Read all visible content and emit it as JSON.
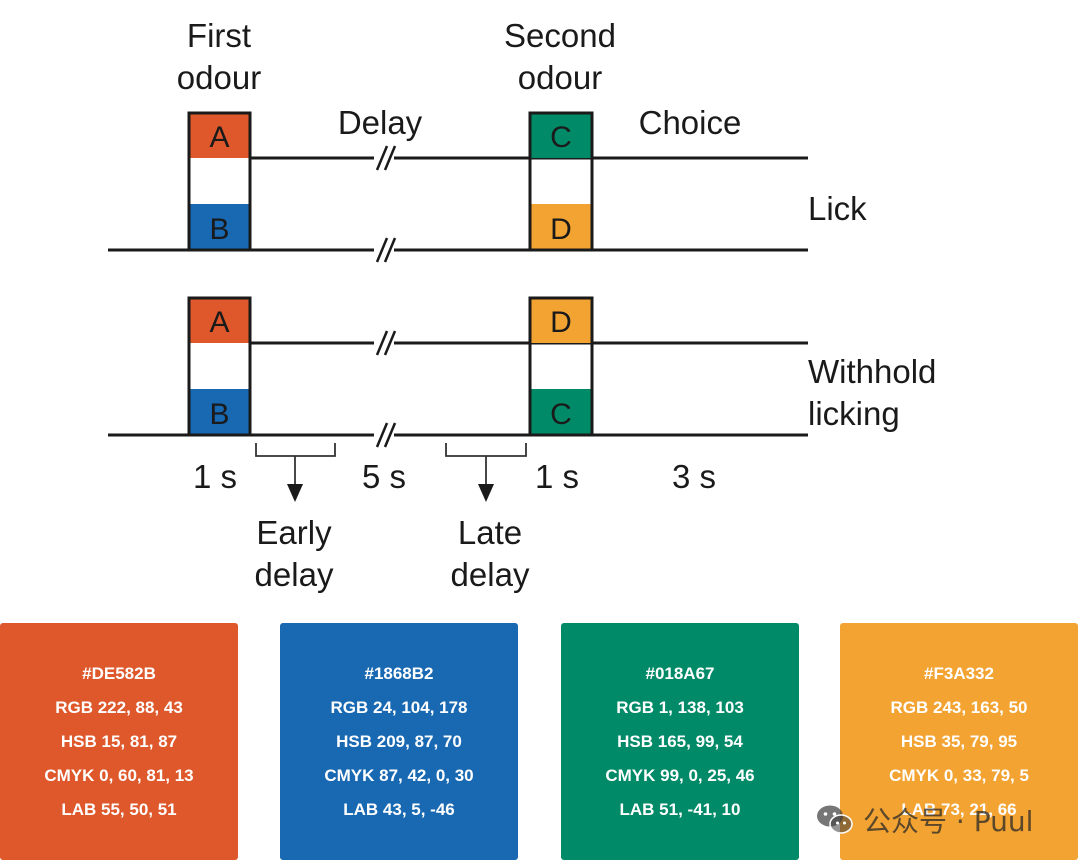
{
  "diagram": {
    "first_odour_line1": "First",
    "first_odour_line2": "odour",
    "second_odour_line1": "Second",
    "second_odour_line2": "odour",
    "delay": "Delay",
    "choice": "Choice",
    "lick": "Lick",
    "withhold_line1": "Withhold",
    "withhold_line2": "licking",
    "time_1s_a": "1 s",
    "time_5s": "5 s",
    "time_1s_b": "1 s",
    "time_3s": "3 s",
    "early_line1": "Early",
    "early_line2": "delay",
    "late_line1": "Late",
    "late_line2": "delay",
    "letters": {
      "top_first_upper": "A",
      "top_first_lower": "B",
      "top_second_upper": "C",
      "top_second_lower": "D",
      "bottom_first_upper": "A",
      "bottom_first_lower": "B",
      "bottom_second_upper": "D",
      "bottom_second_lower": "C"
    }
  },
  "colors": {
    "A": "#DE582B",
    "B": "#1868B2",
    "C": "#018A67",
    "D": "#F3A332"
  },
  "swatches": [
    {
      "color": "#DE582B",
      "hex": "#DE582B",
      "rgb": "RGB 222, 88, 43",
      "hsb": "HSB 15, 81, 87",
      "cmyk": "CMYK 0, 60, 81, 13",
      "lab": "LAB 55, 50, 51"
    },
    {
      "color": "#1868B2",
      "hex": "#1868B2",
      "rgb": "RGB 24, 104, 178",
      "hsb": "HSB 209, 87, 70",
      "cmyk": "CMYK 87, 42, 0, 30",
      "lab": "LAB 43, 5, -46"
    },
    {
      "color": "#018A67",
      "hex": "#018A67",
      "rgb": "RGB 1, 138, 103",
      "hsb": "HSB 165, 99, 54",
      "cmyk": "CMYK 99, 0, 25, 46",
      "lab": "LAB 51, -41, 10"
    },
    {
      "color": "#F3A332",
      "hex": "#F3A332",
      "rgb": "RGB 243, 163, 50",
      "hsb": "HSB 35, 79, 95",
      "cmyk": "CMYK 0, 33, 79, 5",
      "lab": "LAB 73, 21, 66"
    }
  ],
  "watermark": {
    "icon": "wechat-icon",
    "text": "公众号 · Puul"
  }
}
